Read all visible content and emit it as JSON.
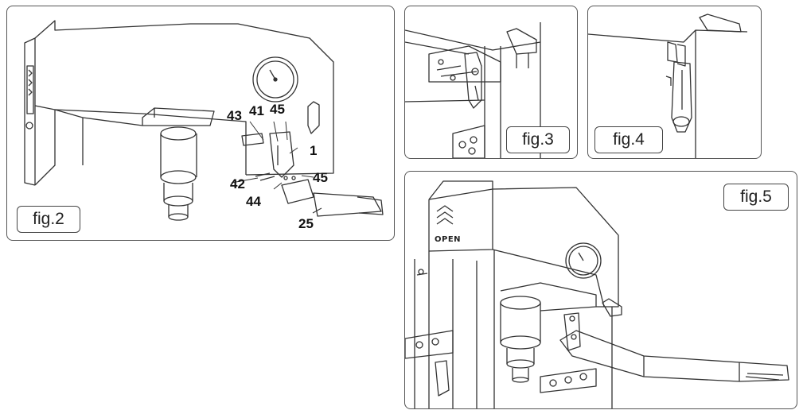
{
  "figures": {
    "fig2": {
      "label": "fig.2",
      "callouts": {
        "c43": "43",
        "c41": "41",
        "c45a": "45",
        "c1": "1",
        "c42": "42",
        "c45b": "45",
        "c44": "44",
        "c25": "25"
      }
    },
    "fig3": {
      "label": "fig.3"
    },
    "fig4": {
      "label": "fig.4"
    },
    "fig5": {
      "label": "fig.5",
      "open_text": "OPEN"
    }
  }
}
